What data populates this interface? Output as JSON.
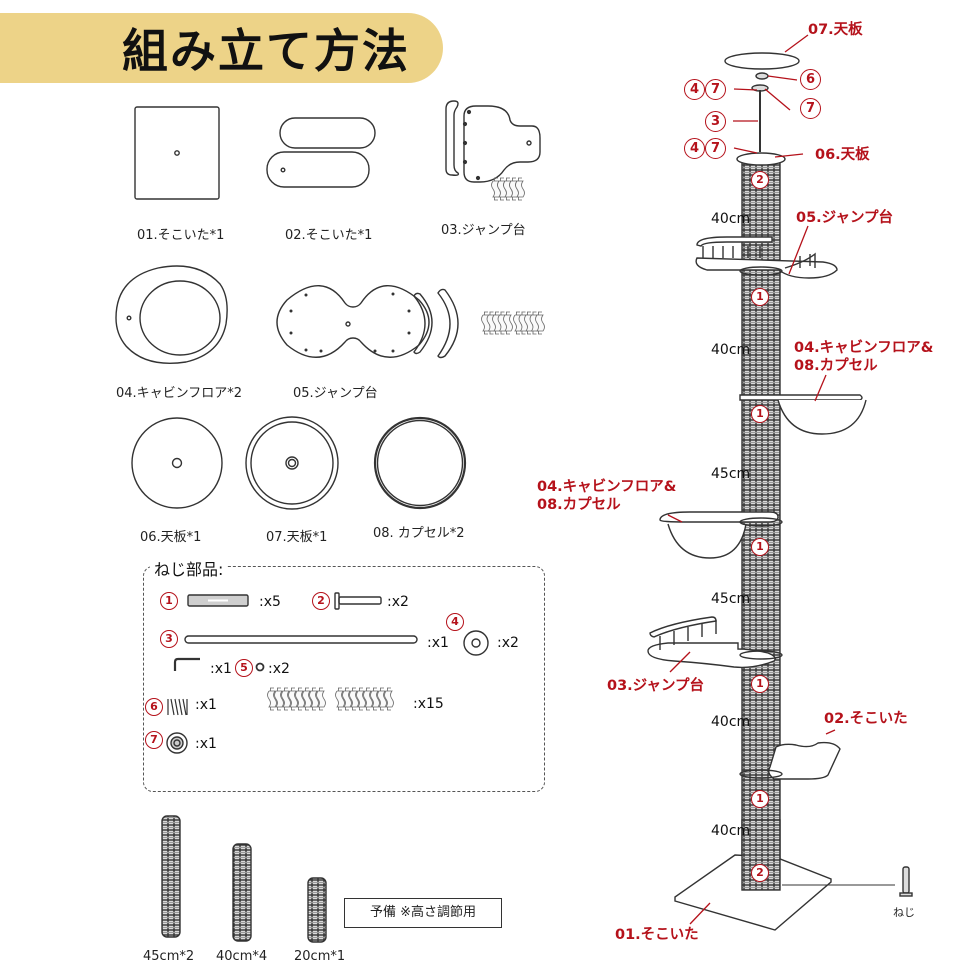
{
  "header": {
    "title": "組み立て方法",
    "banner_color": "#EDD388"
  },
  "parts": [
    {
      "id": "01",
      "label": "01.そこいた*1"
    },
    {
      "id": "02",
      "label": "02.そこいた*1"
    },
    {
      "id": "03",
      "label": "03.ジャンプ台"
    },
    {
      "id": "04",
      "label": "04.キャビンフロア*2"
    },
    {
      "id": "05",
      "label": "05.ジャンプ台"
    },
    {
      "id": "06",
      "label": "06.天板*1"
    },
    {
      "id": "07",
      "label": "07.天板*1"
    },
    {
      "id": "08",
      "label": "08. カプセル*2"
    }
  ],
  "screws": {
    "title": "ねじ部品:",
    "items": [
      {
        "num": "1",
        "qty": ":x5"
      },
      {
        "num": "2",
        "qty": ":x2"
      },
      {
        "num": "3",
        "qty": ":x1"
      },
      {
        "num": "4",
        "qty": ":x2"
      },
      {
        "num": "wrench",
        "qty": ":x1"
      },
      {
        "num": "5",
        "qty": ":x2"
      },
      {
        "num": "6",
        "qty": ":x1"
      },
      {
        "num": "rails",
        "qty": ":x15"
      },
      {
        "num": "7",
        "qty": ":x1"
      }
    ]
  },
  "poles": [
    {
      "label": "45cm*2"
    },
    {
      "label": "40cm*4"
    },
    {
      "label": "20cm*1"
    }
  ],
  "spare_note": "予備 ※高さ調節用",
  "assembly": {
    "label_color": "#B5121B",
    "labels": {
      "top_board_07": "07.天板",
      "top_board_06": "06.天板",
      "jump_05": "05.ジャンプ台",
      "cabin_upper_1": "04.キャビンフロア&",
      "cabin_upper_2": "08.カプセル",
      "cabin_lower_1": "04.キャビンフロア&",
      "cabin_lower_2": "08.カプセル",
      "jump_03": "03.ジャンプ台",
      "base_02": "02.そこいた",
      "base_01": "01.そこいた",
      "screw": "ねじ"
    },
    "callouts": {
      "n6": "6",
      "n7": "7",
      "n4a": "4",
      "n7a": "7",
      "n3": "3",
      "n4b": "4",
      "n7b": "7"
    },
    "pole_markers": [
      "2",
      "1",
      "1",
      "1",
      "1",
      "1",
      "2"
    ],
    "segments": [
      "40cm",
      "40cm",
      "45cm",
      "45cm",
      "40cm",
      "40cm"
    ]
  }
}
